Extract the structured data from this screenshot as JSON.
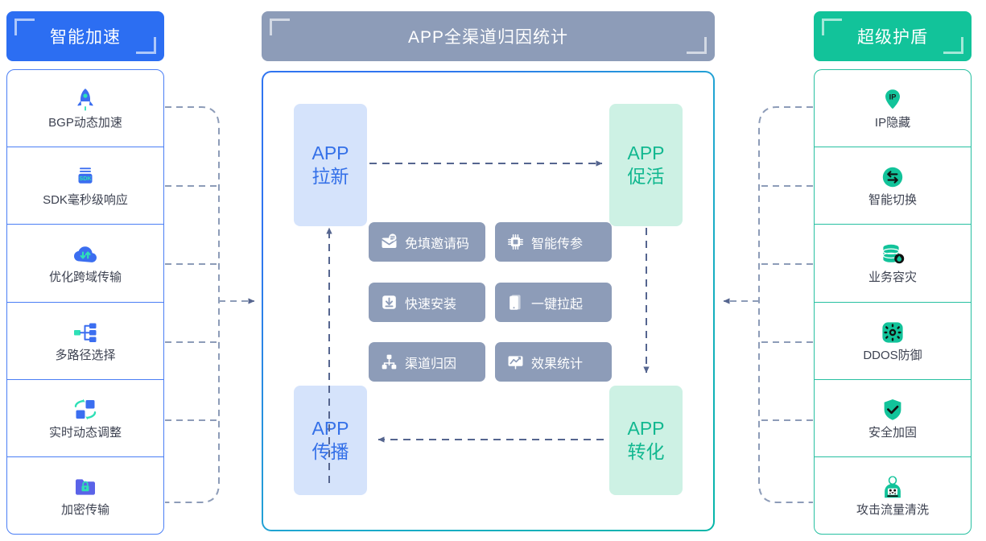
{
  "left_panel": {
    "header": {
      "title": "智能加速",
      "color": "#2c6ef2"
    },
    "items": [
      {
        "label": "BGP动态加速",
        "icon": "rocket-icon"
      },
      {
        "label": "SDK毫秒级响应",
        "icon": "sdk-icon"
      },
      {
        "label": "优化跨域传输",
        "icon": "cloud-transfer-icon"
      },
      {
        "label": "多路径选择",
        "icon": "multi-path-icon"
      },
      {
        "label": "实时动态调整",
        "icon": "dynamic-adjust-icon"
      },
      {
        "label": "加密传输",
        "icon": "encrypted-folder-icon"
      }
    ]
  },
  "center_panel": {
    "header": {
      "title": "APP全渠道归因统计",
      "color": "#8d9cb8"
    },
    "nodes": [
      {
        "id": "pull-new",
        "line1": "APP",
        "line2": "拉新",
        "tone": "blue"
      },
      {
        "id": "activate",
        "line1": "APP",
        "line2": "促活",
        "tone": "green"
      },
      {
        "id": "spread",
        "line1": "APP",
        "line2": "传播",
        "tone": "blue"
      },
      {
        "id": "convert",
        "line1": "APP",
        "line2": "转化",
        "tone": "green"
      }
    ],
    "chips": [
      {
        "label": "免填邀请码",
        "icon": "mail-badge-icon"
      },
      {
        "label": "智能传参",
        "icon": "chip-cpu-icon"
      },
      {
        "label": "快速安装",
        "icon": "download-box-icon"
      },
      {
        "label": "一键拉起",
        "icon": "phone-icon"
      },
      {
        "label": "渠道归因",
        "icon": "sitemap-icon"
      },
      {
        "label": "效果统计",
        "icon": "chart-board-icon"
      }
    ]
  },
  "right_panel": {
    "header": {
      "title": "超级护盾",
      "color": "#12c39a"
    },
    "items": [
      {
        "label": "IP隐藏",
        "icon": "ip-pin-icon"
      },
      {
        "label": "智能切换",
        "icon": "switch-arrows-icon"
      },
      {
        "label": "业务容灾",
        "icon": "database-disaster-icon"
      },
      {
        "label": "DDOS防御",
        "icon": "gear-shield-icon"
      },
      {
        "label": "安全加固",
        "icon": "shield-check-icon"
      },
      {
        "label": "攻击流量清洗",
        "icon": "hacker-icon"
      }
    ]
  },
  "theme": {
    "blue": "#2c6ef2",
    "green": "#12c39a",
    "gray": "#8d9cb8",
    "node_blue_bg": "#d5e3fb",
    "node_green_bg": "#cdf1e4",
    "connector": "#5f6f99"
  }
}
